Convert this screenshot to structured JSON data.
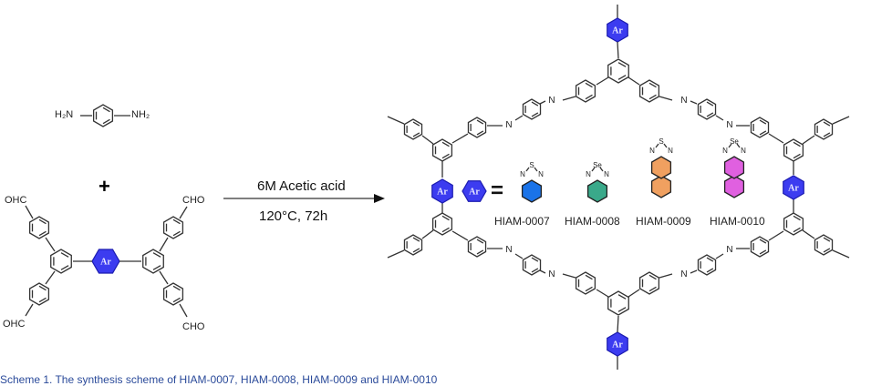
{
  "reactants": {
    "diamine": {
      "left_group": "H₂N",
      "right_group": "NH₂"
    },
    "plus": "+",
    "aldehyde": {
      "groups": [
        "OHC",
        "OHC",
        "CHO",
        "CHO"
      ],
      "core_label": "Ar"
    }
  },
  "conditions": {
    "reagent": "6M Acetic acid",
    "temp_time": "120°C,  72h"
  },
  "product": {
    "core_label": "Ar",
    "imine_atom": "N"
  },
  "legend": {
    "equals": "=",
    "ar_label": "Ar",
    "items": [
      {
        "name": "HIAM-0007",
        "heteroatom": "S",
        "color": "#1a73e8",
        "rings": 1
      },
      {
        "name": "HIAM-0008",
        "heteroatom": "Se",
        "color": "#3aa98a",
        "rings": 1
      },
      {
        "name": "HIAM-0009",
        "heteroatom": "S",
        "color": "#f0a060",
        "rings": 2
      },
      {
        "name": "HIAM-0010",
        "heteroatom": "Se",
        "color": "#e060e0",
        "rings": 2
      }
    ]
  },
  "caption": "Scheme 1. The synthesis scheme of HIAM-0007, HIAM-0008, HIAM-0009 and HIAM-0010",
  "colors": {
    "ar_fill": "#3c3cf0",
    "bond": "#333333",
    "arrow": "#111111"
  }
}
